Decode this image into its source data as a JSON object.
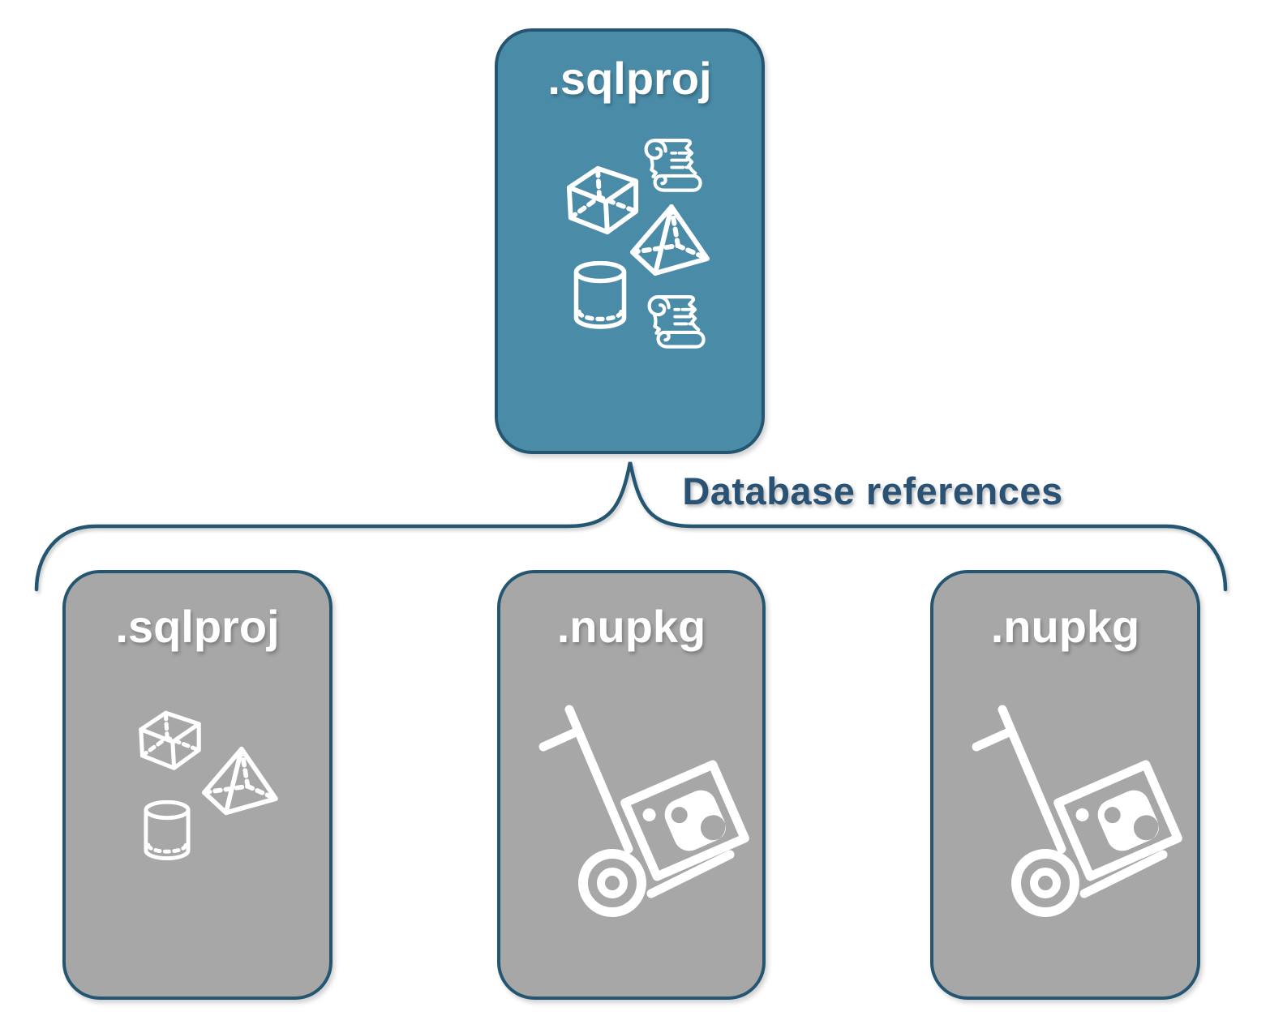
{
  "diagram": {
    "root_box": {
      "label": ".sqlproj",
      "icons": [
        "cube-icon",
        "sql-script-icon",
        "pyramid-icon",
        "database-cylinder-icon",
        "sql-script-icon"
      ]
    },
    "connector": {
      "label": "Database references"
    },
    "child_boxes": [
      {
        "label": ".sqlproj",
        "icons": [
          "cube-icon",
          "pyramid-icon",
          "database-cylinder-icon"
        ]
      },
      {
        "label": ".nupkg",
        "icons": [
          "nuget-package-handtruck-icon"
        ]
      },
      {
        "label": ".nupkg",
        "icons": [
          "nuget-package-handtruck-icon"
        ]
      }
    ],
    "colors": {
      "root_box_fill": "#4A8CA8",
      "child_box_fill": "#A7A7A7",
      "outline_navy": "#245672",
      "label_text_navy": "#2A5274",
      "icon_white": "#FFFFFF"
    }
  }
}
